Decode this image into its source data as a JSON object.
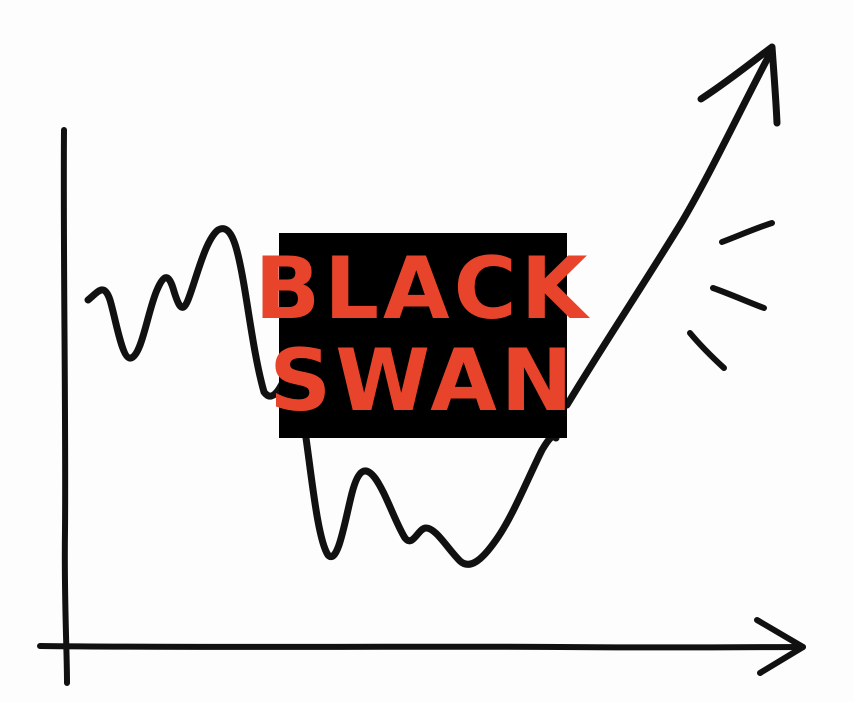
{
  "title": {
    "line1": "BLACK",
    "line2": "SWAN"
  },
  "colors": {
    "ink": "#111111",
    "label_background": "#000000",
    "label_text": "#e8442b",
    "paper": "#fdfdfd"
  },
  "icons": {
    "axes": "hand-drawn-axes",
    "trend": "rising-arrow-line",
    "emphasis": "burst-strokes"
  }
}
